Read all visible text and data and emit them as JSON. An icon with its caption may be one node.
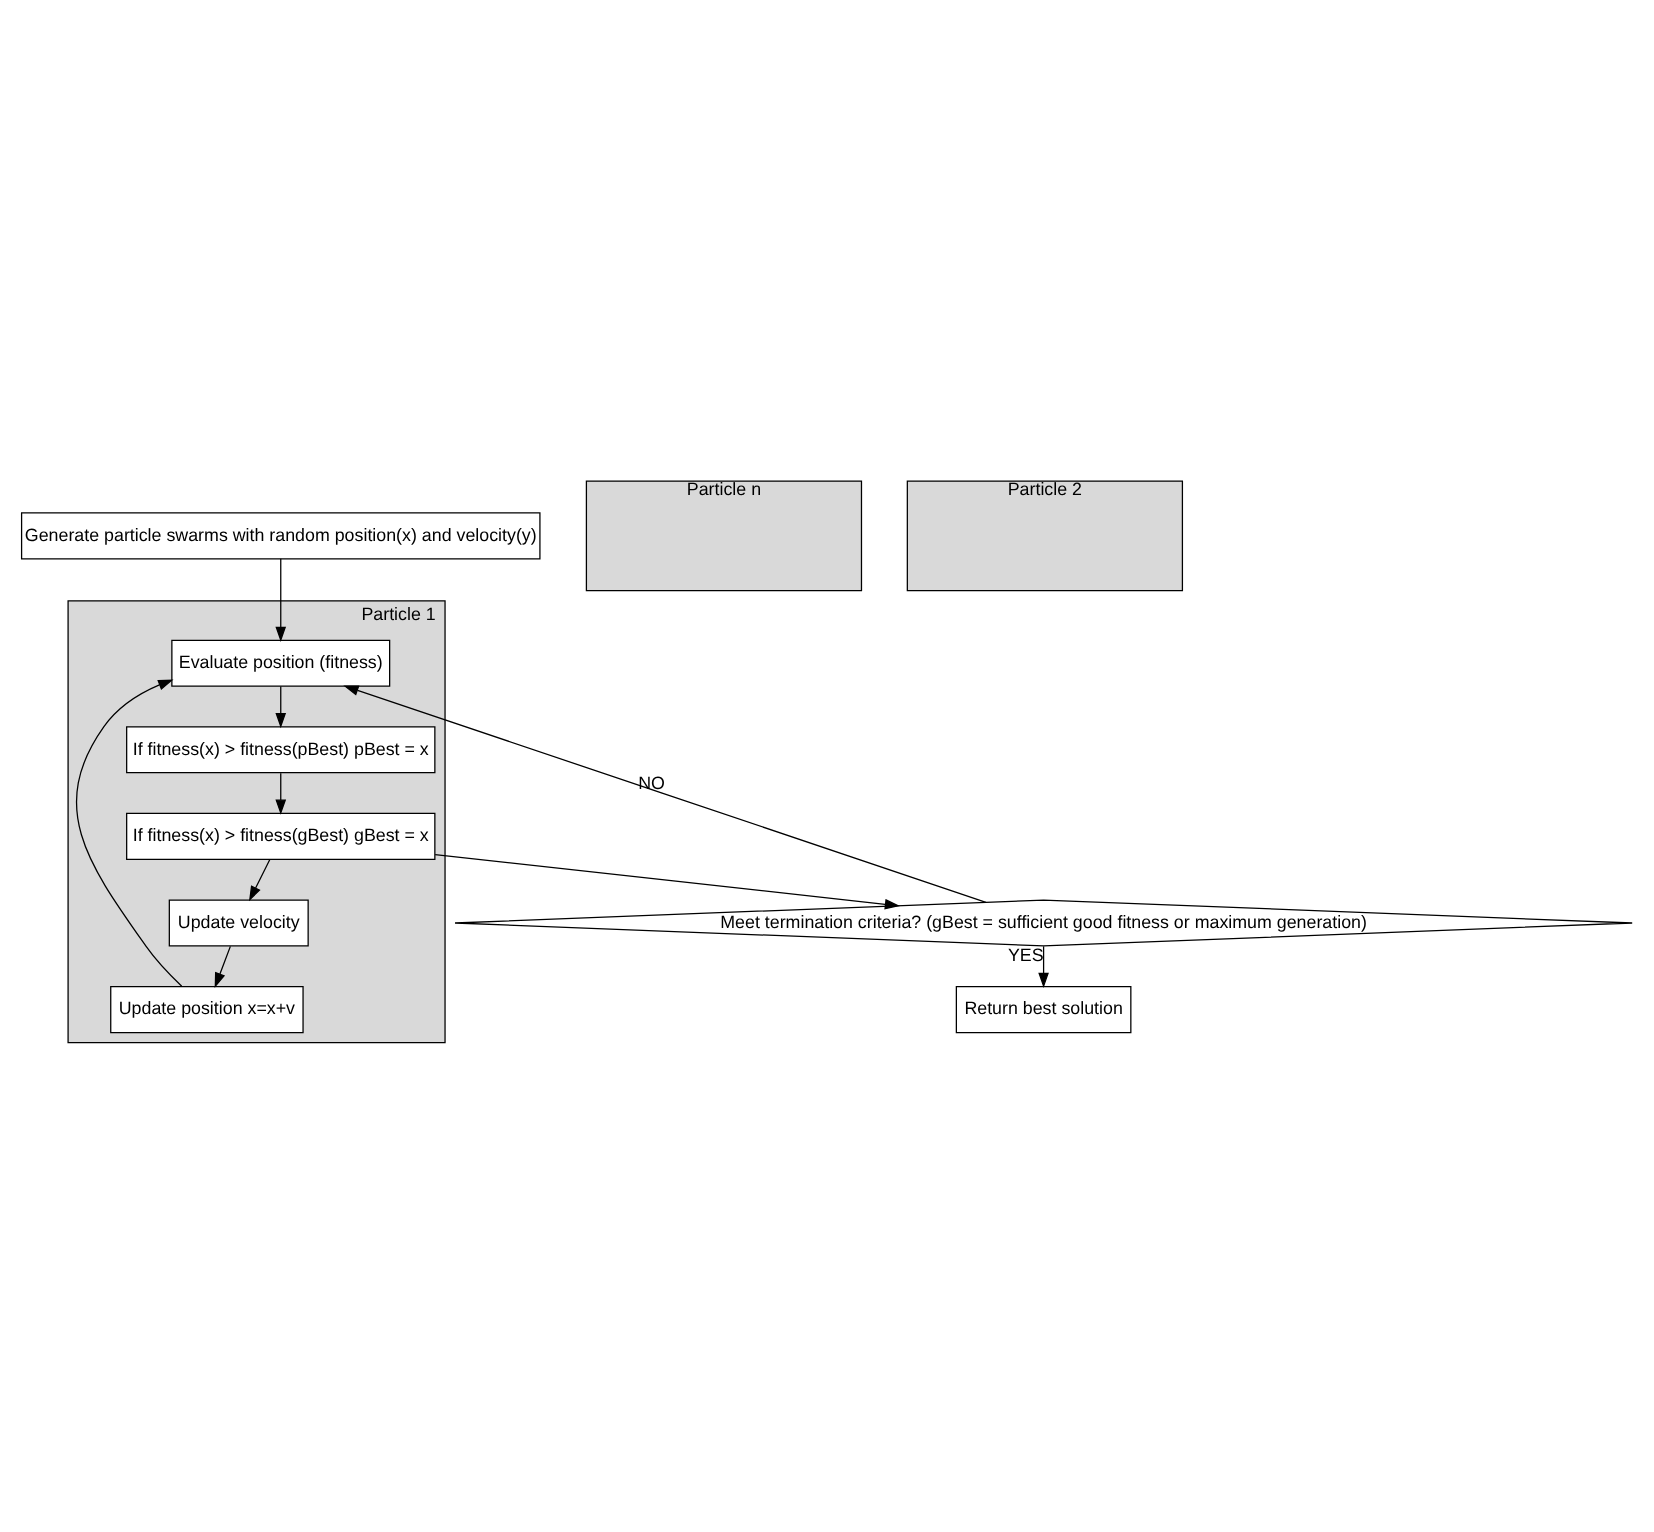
{
  "diagram": {
    "nodes": [
      {
        "text": [
          "Generate particle swarms with random position(x) and velocity(y)"
        ]
      },
      {
        "text": [
          "Particle n"
        ]
      },
      {
        "text": [
          "Particle 2"
        ]
      },
      {
        "text": [
          "Particle 1"
        ]
      },
      {
        "text": [
          "Evaluate position (fitness)"
        ],
        "in": 3
      },
      {
        "text": [
          "If fitness(x) > fitness(pBest) pBest = x"
        ],
        "in": 3
      },
      {
        "text": [
          "If fitness(x) > fitness(gBest) gBest = x"
        ],
        "in": 3
      },
      {
        "text": [
          "Update position x=x+v"
        ],
        "in": 3
      },
      {
        "text": [
          "Update velocity"
        ],
        "in": 3
      },
      {
        "text": [
          "Meet termination criteria? (gBest = sufficient good fitness or maximum generation)"
        ]
      },
      {
        "text": [
          "Return best solution"
        ]
      }
    ],
    "edges": [
      {
        "from": 0,
        "to": 4,
        "arrow": "to"
      },
      {
        "from": 4,
        "to": 5,
        "arrow": "to"
      },
      {
        "from": 5,
        "to": 6,
        "arrow": "to"
      },
      {
        "from": 6,
        "to": 8,
        "arrow": "to"
      },
      {
        "from": 8,
        "to": 7,
        "arrow": "to"
      },
      {
        "from": 7,
        "to": 4,
        "arrow": "to"
      },
      {
        "from": 6,
        "to": 9,
        "arrow": "to"
      },
      {
        "from": 9,
        "to": 4,
        "arrow": "to",
        "label": "NO"
      },
      {
        "from": 9,
        "to": 10,
        "arrow": "to",
        "label": "YES"
      }
    ]
  }
}
